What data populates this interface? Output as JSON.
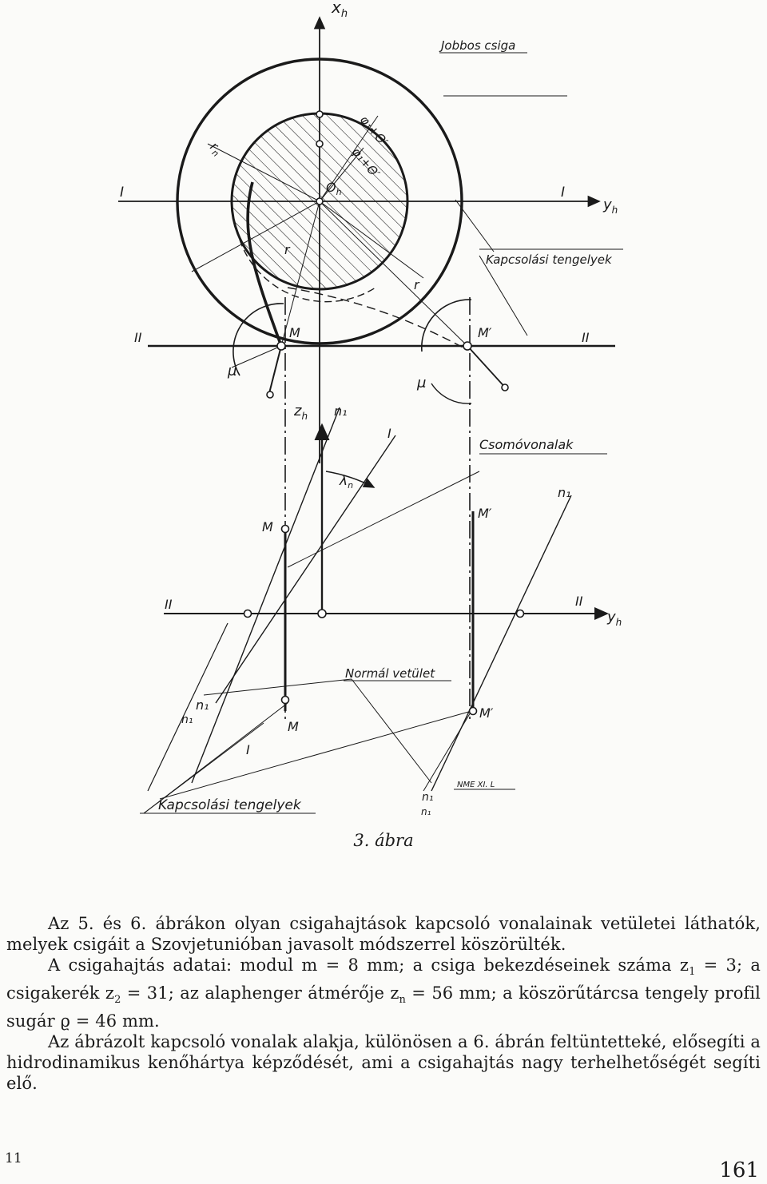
{
  "figure": {
    "labels": {
      "xh": "x",
      "xh_sub": "h",
      "jobbos": "Jobbos csiga",
      "rn": "r",
      "rn_sub": "n",
      "phi1": "φ",
      "phi1_rest": "₁+Θ′",
      "phi2": "φ",
      "phi2_rest": "₁+Θ′",
      "oh": "O",
      "oh_sub": "h",
      "roman_i_left": "I",
      "roman_i_right": "I",
      "yh_top": "y",
      "yh_top_sub": "h",
      "kapcsolasi_top": "Kapcsolási tengelyek",
      "r_inner": "r",
      "r_outer": "r",
      "roman_ii_left_top": "II",
      "m_top": "M",
      "m_prime_top": "M′",
      "roman_ii_right_top": "II",
      "mu_left": "μ",
      "mu_right": "μ",
      "zh": "z",
      "zh_sub": "h",
      "n1_top": "n₁",
      "slash_top": "I",
      "lambda": "λ",
      "lambda_sub": "n",
      "csomovonalak": "Csomóvonalak",
      "n1_right": "n₁",
      "m_prime_mid": "M′",
      "m_mid": "M",
      "roman_ii_left_bot": "II",
      "roman_ii_right_bot": "II",
      "yh_bot": "y",
      "yh_bot_sub": "h",
      "normal": "Normál vetület",
      "m_prime_bot": "M′",
      "n1_left": "n₁",
      "n1_left2": "n₁",
      "m_bot": "M",
      "slash_bot": "I",
      "nme": "NME XI. L",
      "kapcsolasi_bot": "Kapcsolási tengelyek",
      "n1_bottom": "n₁",
      "n1_bottom2": "n₁"
    }
  },
  "caption": "3. ábra",
  "paragraphs": [
    [
      "Az 5. és 6. ábrákon olyan csigahajtások kapcsoló vonalainak vetületei láthatók, melyek csigáit a Szovjetunióban javasolt módszerrel köszörülték."
    ],
    [
      "A csigahajtás adatai: modul m = 8 mm; a csiga bekezdéseinek száma z",
      "1",
      " = 3; a csigakerék z",
      "2",
      " = 31; az alaphenger átmérője z",
      "n",
      " = 56 mm; a köszörűtárcsa tengely profil sugár ϱ = 46 mm."
    ],
    [
      "Az ábrázolt kapcsoló vonalak alakja, különösen a 6. ábrán feltüntetteké, elősegíti a hidrodinamikus kenőhártya képződését, ami a csigahajtás nagy terhelhetőségét segíti elő."
    ]
  ],
  "signature": "11",
  "page_number": "161"
}
